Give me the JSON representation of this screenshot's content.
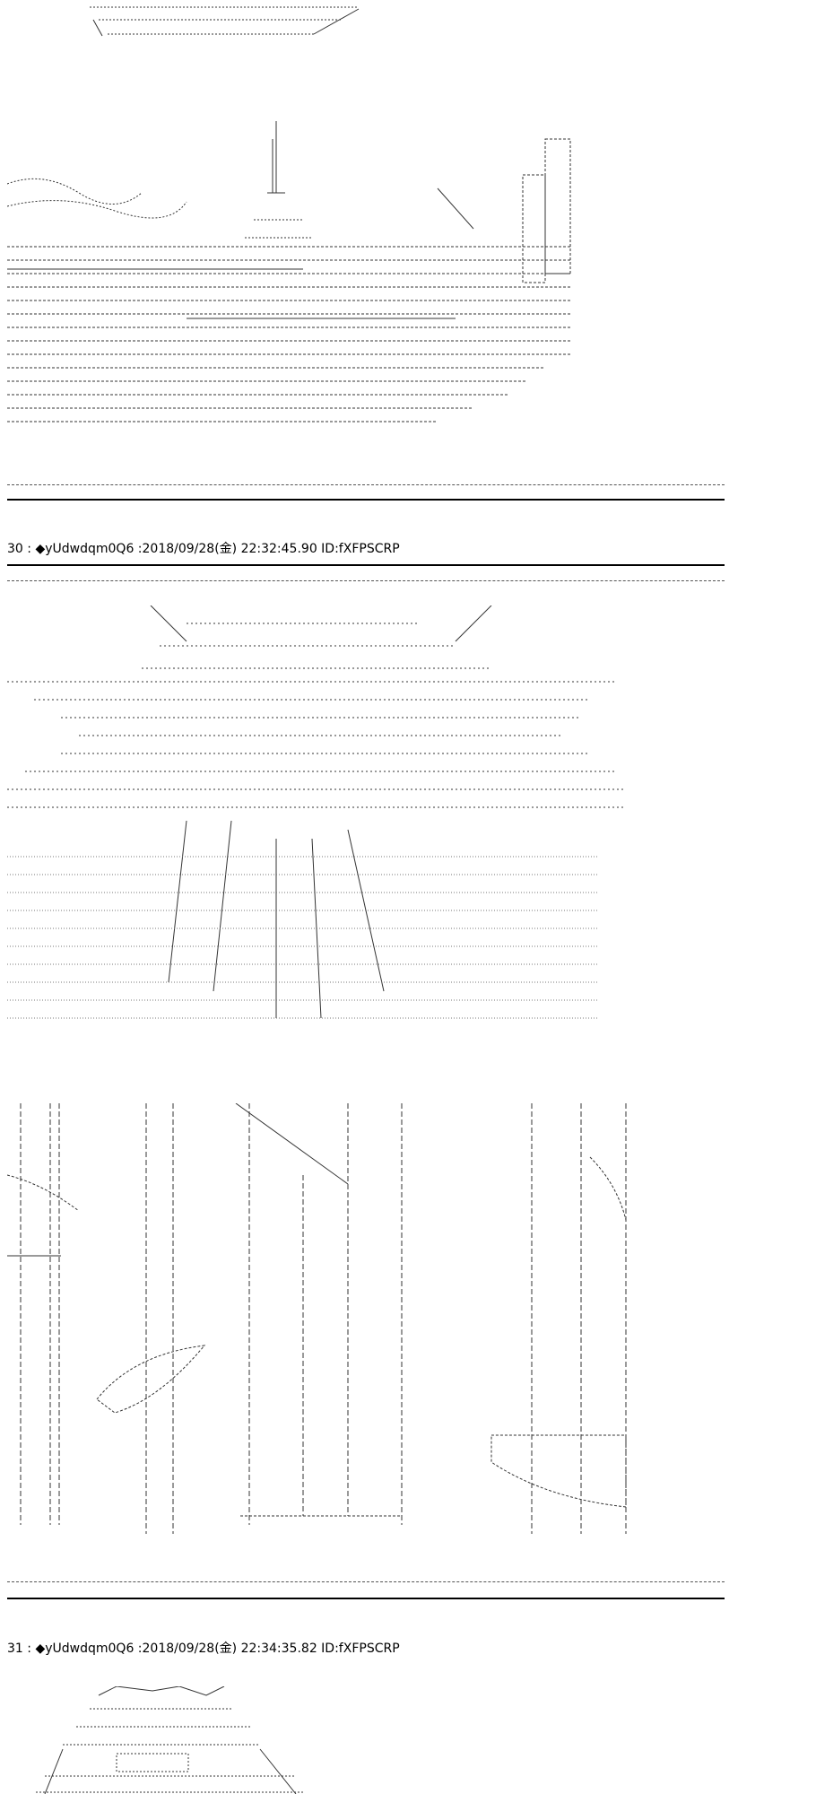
{
  "posts": [
    {
      "number": "30",
      "separator": " : ",
      "diamond": "◆",
      "trip": "yUdwdqm0Q6",
      "date": " :2018/09/28(金) 22:32:45.90 ID:fXFPSCRP"
    },
    {
      "number": "31",
      "separator": " : ",
      "diamond": "◆",
      "trip": "yUdwdqm0Q6",
      "date": " :2018/09/28(金) 22:34:35.82 ID:fXFPSCRP"
    }
  ],
  "icons": {
    "art_1": "city-skyline-ascii-art",
    "art_2": "explosion-ascii-art",
    "art_3": "forest-ascii-art",
    "art_4": "figure-ascii-art"
  }
}
